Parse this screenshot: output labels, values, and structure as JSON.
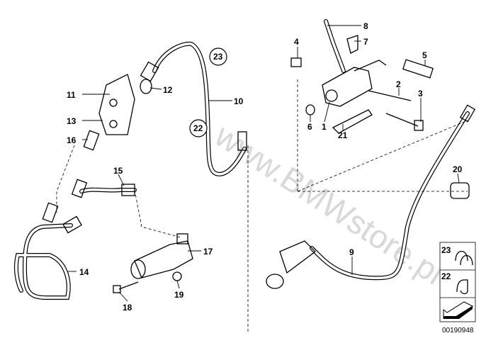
{
  "watermark": "www.BMWstore.pl",
  "callouts": {
    "c1": "1",
    "c2": "2",
    "c3": "3",
    "c4": "4",
    "c5": "5",
    "c6": "6",
    "c7": "7",
    "c8": "8",
    "c9": "9",
    "c10": "10",
    "c11": "11",
    "c12": "12",
    "c13": "13",
    "c14": "14",
    "c15": "15",
    "c16": "16",
    "c17": "17",
    "c18": "18",
    "c19": "19",
    "c20": "20",
    "c21": "21",
    "c22": "22",
    "c23": "23"
  },
  "legend_box": {
    "item_top": "23",
    "item_bottom": "22"
  },
  "diagram_number": "00190948"
}
